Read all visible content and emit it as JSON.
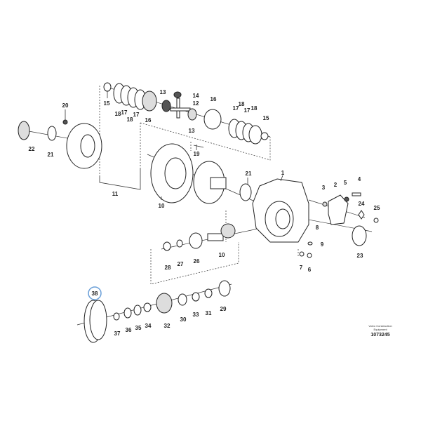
{
  "diagram": {
    "labels": {
      "p15a": "15",
      "p18a": "18",
      "p17a": "17",
      "p18b": "18",
      "p17b": "17",
      "p16a": "16",
      "p13a": "13",
      "p14": "14",
      "p12": "12",
      "p13b": "13",
      "p16b": "16",
      "p17c": "17",
      "p18c": "18",
      "p17d": "17",
      "p18d": "18",
      "p15b": "15",
      "p20": "20",
      "p22": "22",
      "p21a": "21",
      "p19": "19",
      "p11": "11",
      "p10a": "10",
      "p21b": "21",
      "p1": "1",
      "p3": "3",
      "p2": "2",
      "p5": "5",
      "p4": "4",
      "p24": "24",
      "p25": "25",
      "p8": "8",
      "p9": "9",
      "p23": "23",
      "p10b": "10",
      "p28": "28",
      "p27": "27",
      "p26": "26",
      "p7": "7",
      "p6": "6",
      "p38": "38",
      "p37": "37",
      "p36": "36",
      "p35": "35",
      "p34": "34",
      "p32": "32",
      "p30": "30",
      "p33": "33",
      "p31": "31",
      "p29": "29"
    },
    "highlighted_part": "38",
    "highlight_color": "#6a9fd8",
    "watermark": {
      "line1": "Volvo Construction",
      "line2": "Equipment",
      "number": "1073245"
    }
  }
}
